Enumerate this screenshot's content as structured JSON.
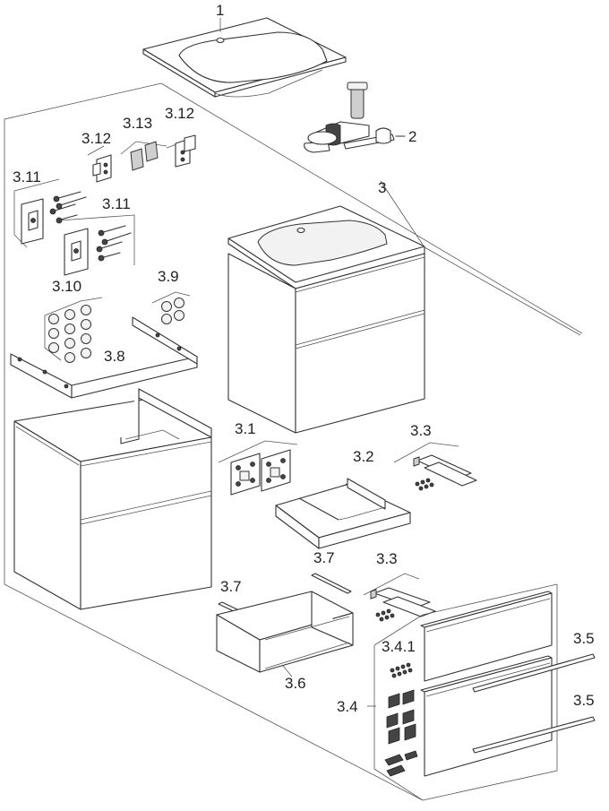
{
  "labels": {
    "p1": "1",
    "p2": "2",
    "p3": "3",
    "p3_1": "3.1",
    "p3_2": "3.2",
    "p3_3_a": "3.3",
    "p3_3_b": "3.3",
    "p3_4": "3.4",
    "p3_4_1": "3.4.1",
    "p3_5_a": "3.5",
    "p3_5_b": "3.5",
    "p3_6": "3.6",
    "p3_7_a": "3.7",
    "p3_7_b": "3.7",
    "p3_8": "3.8",
    "p3_9": "3.9",
    "p3_10": "3.10",
    "p3_11_a": "3.11",
    "p3_11_b": "3.11",
    "p3_12_a": "3.12",
    "p3_12_b": "3.12",
    "p3_13": "3.13"
  }
}
